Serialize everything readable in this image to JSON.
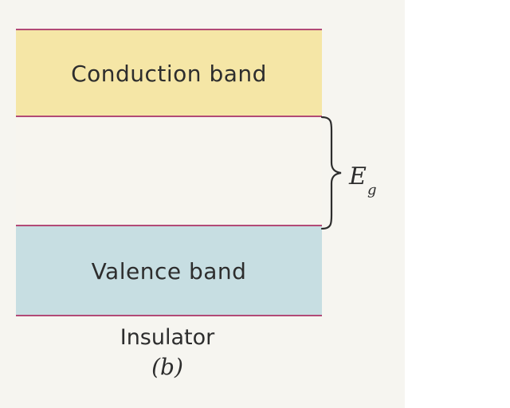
{
  "diagram": {
    "bands": {
      "conduction_label": "Conduction band",
      "valence_label": "Valence band"
    },
    "gap": {
      "symbol": "E",
      "subscript": "g"
    },
    "caption": {
      "material": "Insulator",
      "panel": "(b)"
    },
    "colors": {
      "conduction_band": "#f5e6a6",
      "valence_band": "#c7dee2",
      "band_edges": "#b24a76",
      "paper": "#f6f5f0"
    }
  }
}
